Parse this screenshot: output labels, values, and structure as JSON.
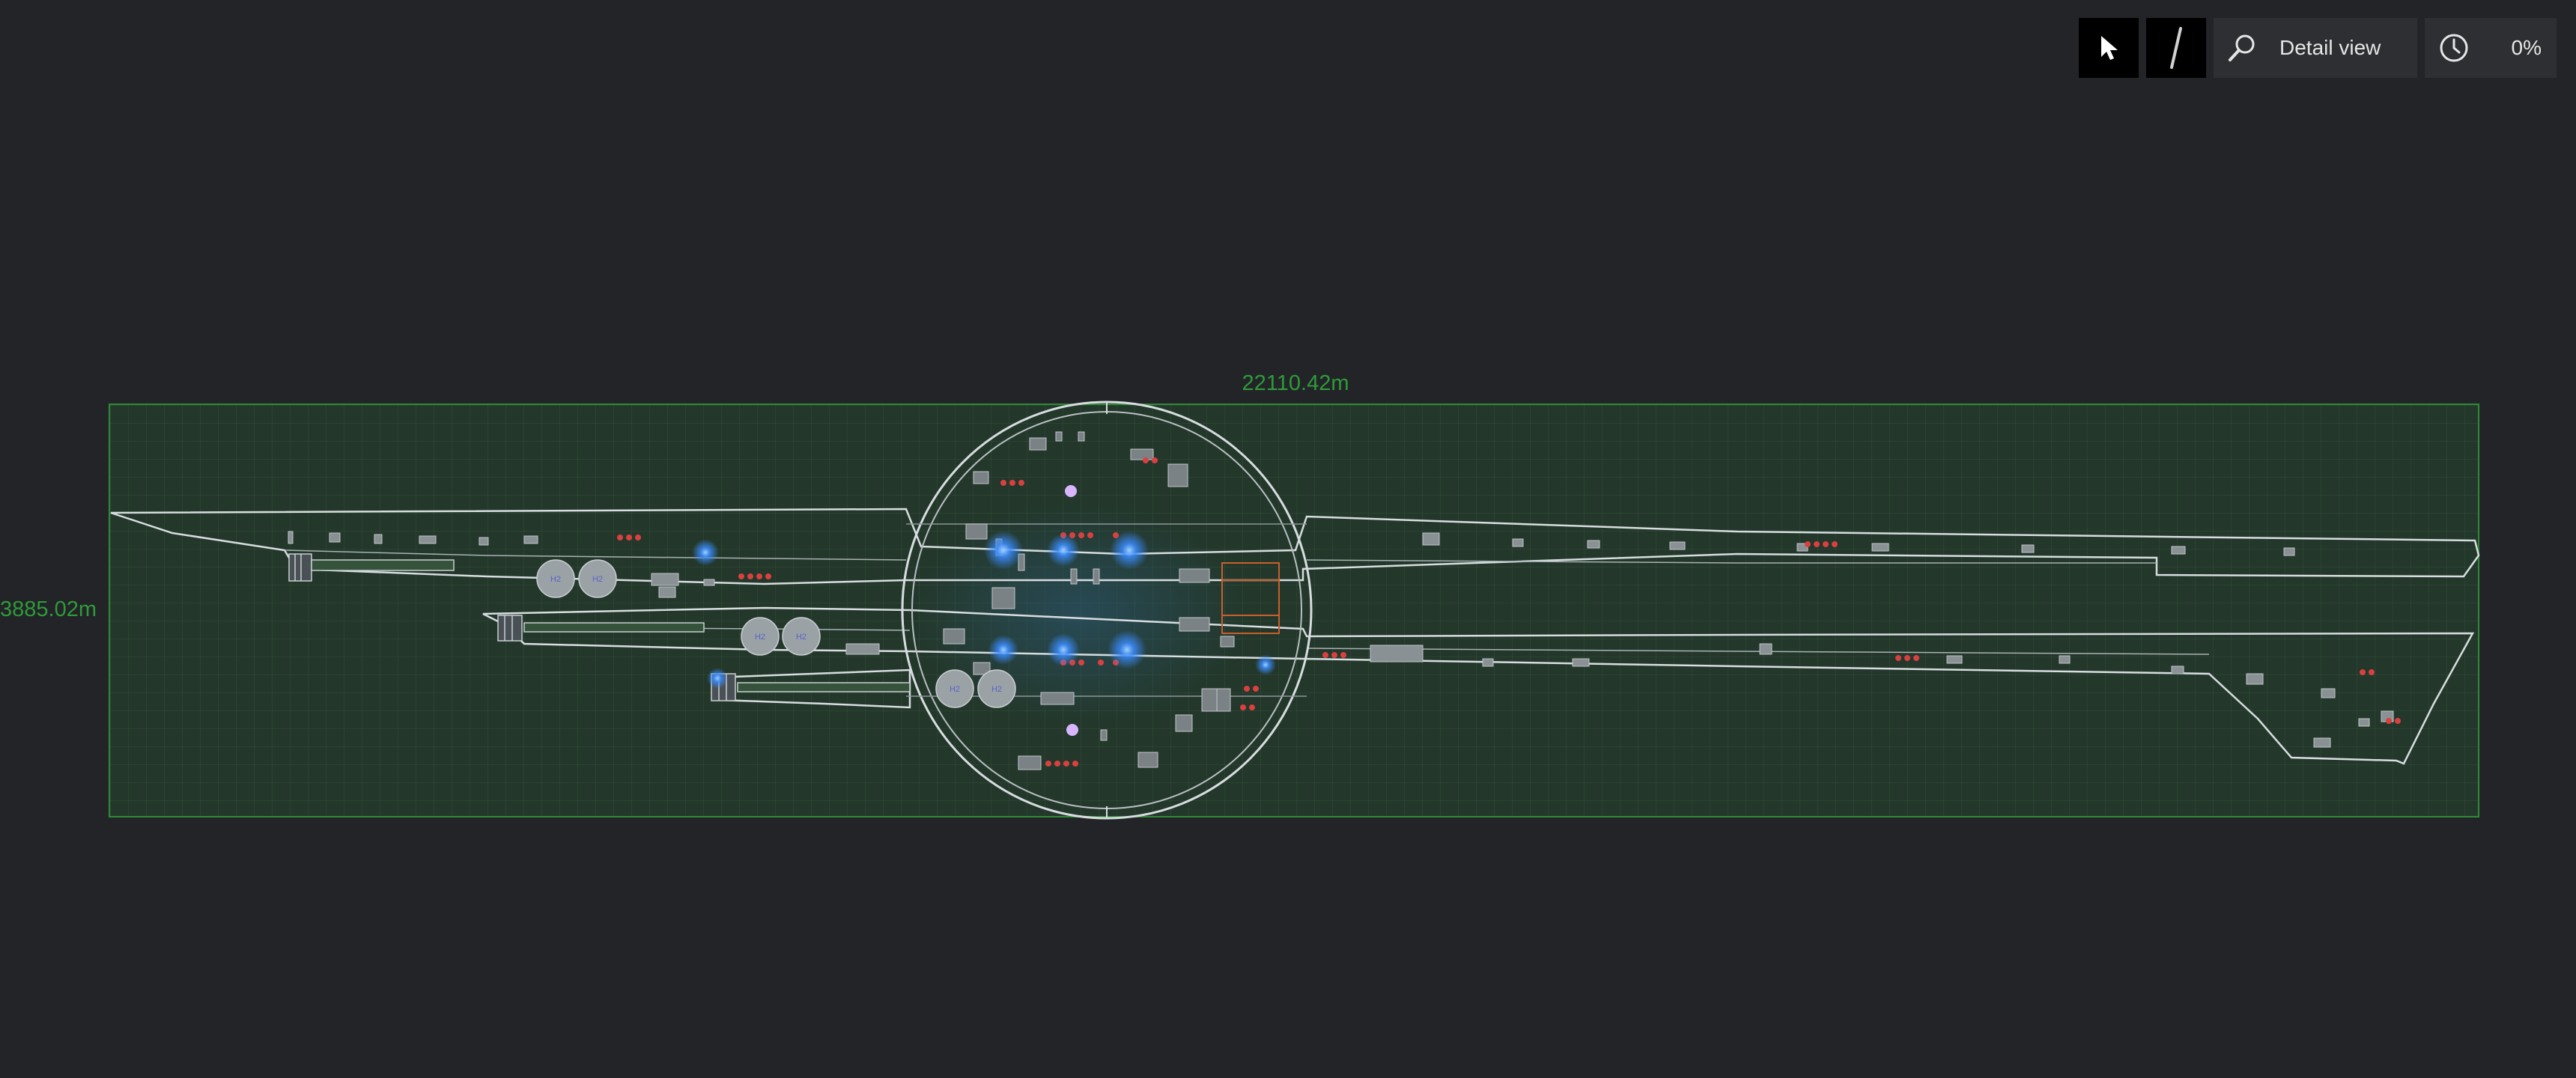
{
  "toolbar": {
    "select_tool_icon": "cursor-arrow-icon",
    "line_tool_icon": "line-tool-icon",
    "search_icon": "magnifier-icon",
    "detail_label": "Detail view",
    "clock_icon": "clock-icon",
    "progress_label": "0%"
  },
  "dimensions": {
    "width_label": "22110.42m",
    "height_label": "3885.02m"
  },
  "tank_label": "H2",
  "colors": {
    "background": "#222427",
    "dimension_green": "#2f9a3a",
    "grid_fill": "#23372a",
    "hull_line": "#d7dde0",
    "light_blue": "#3a8cff",
    "marker_red": "#d94040"
  }
}
